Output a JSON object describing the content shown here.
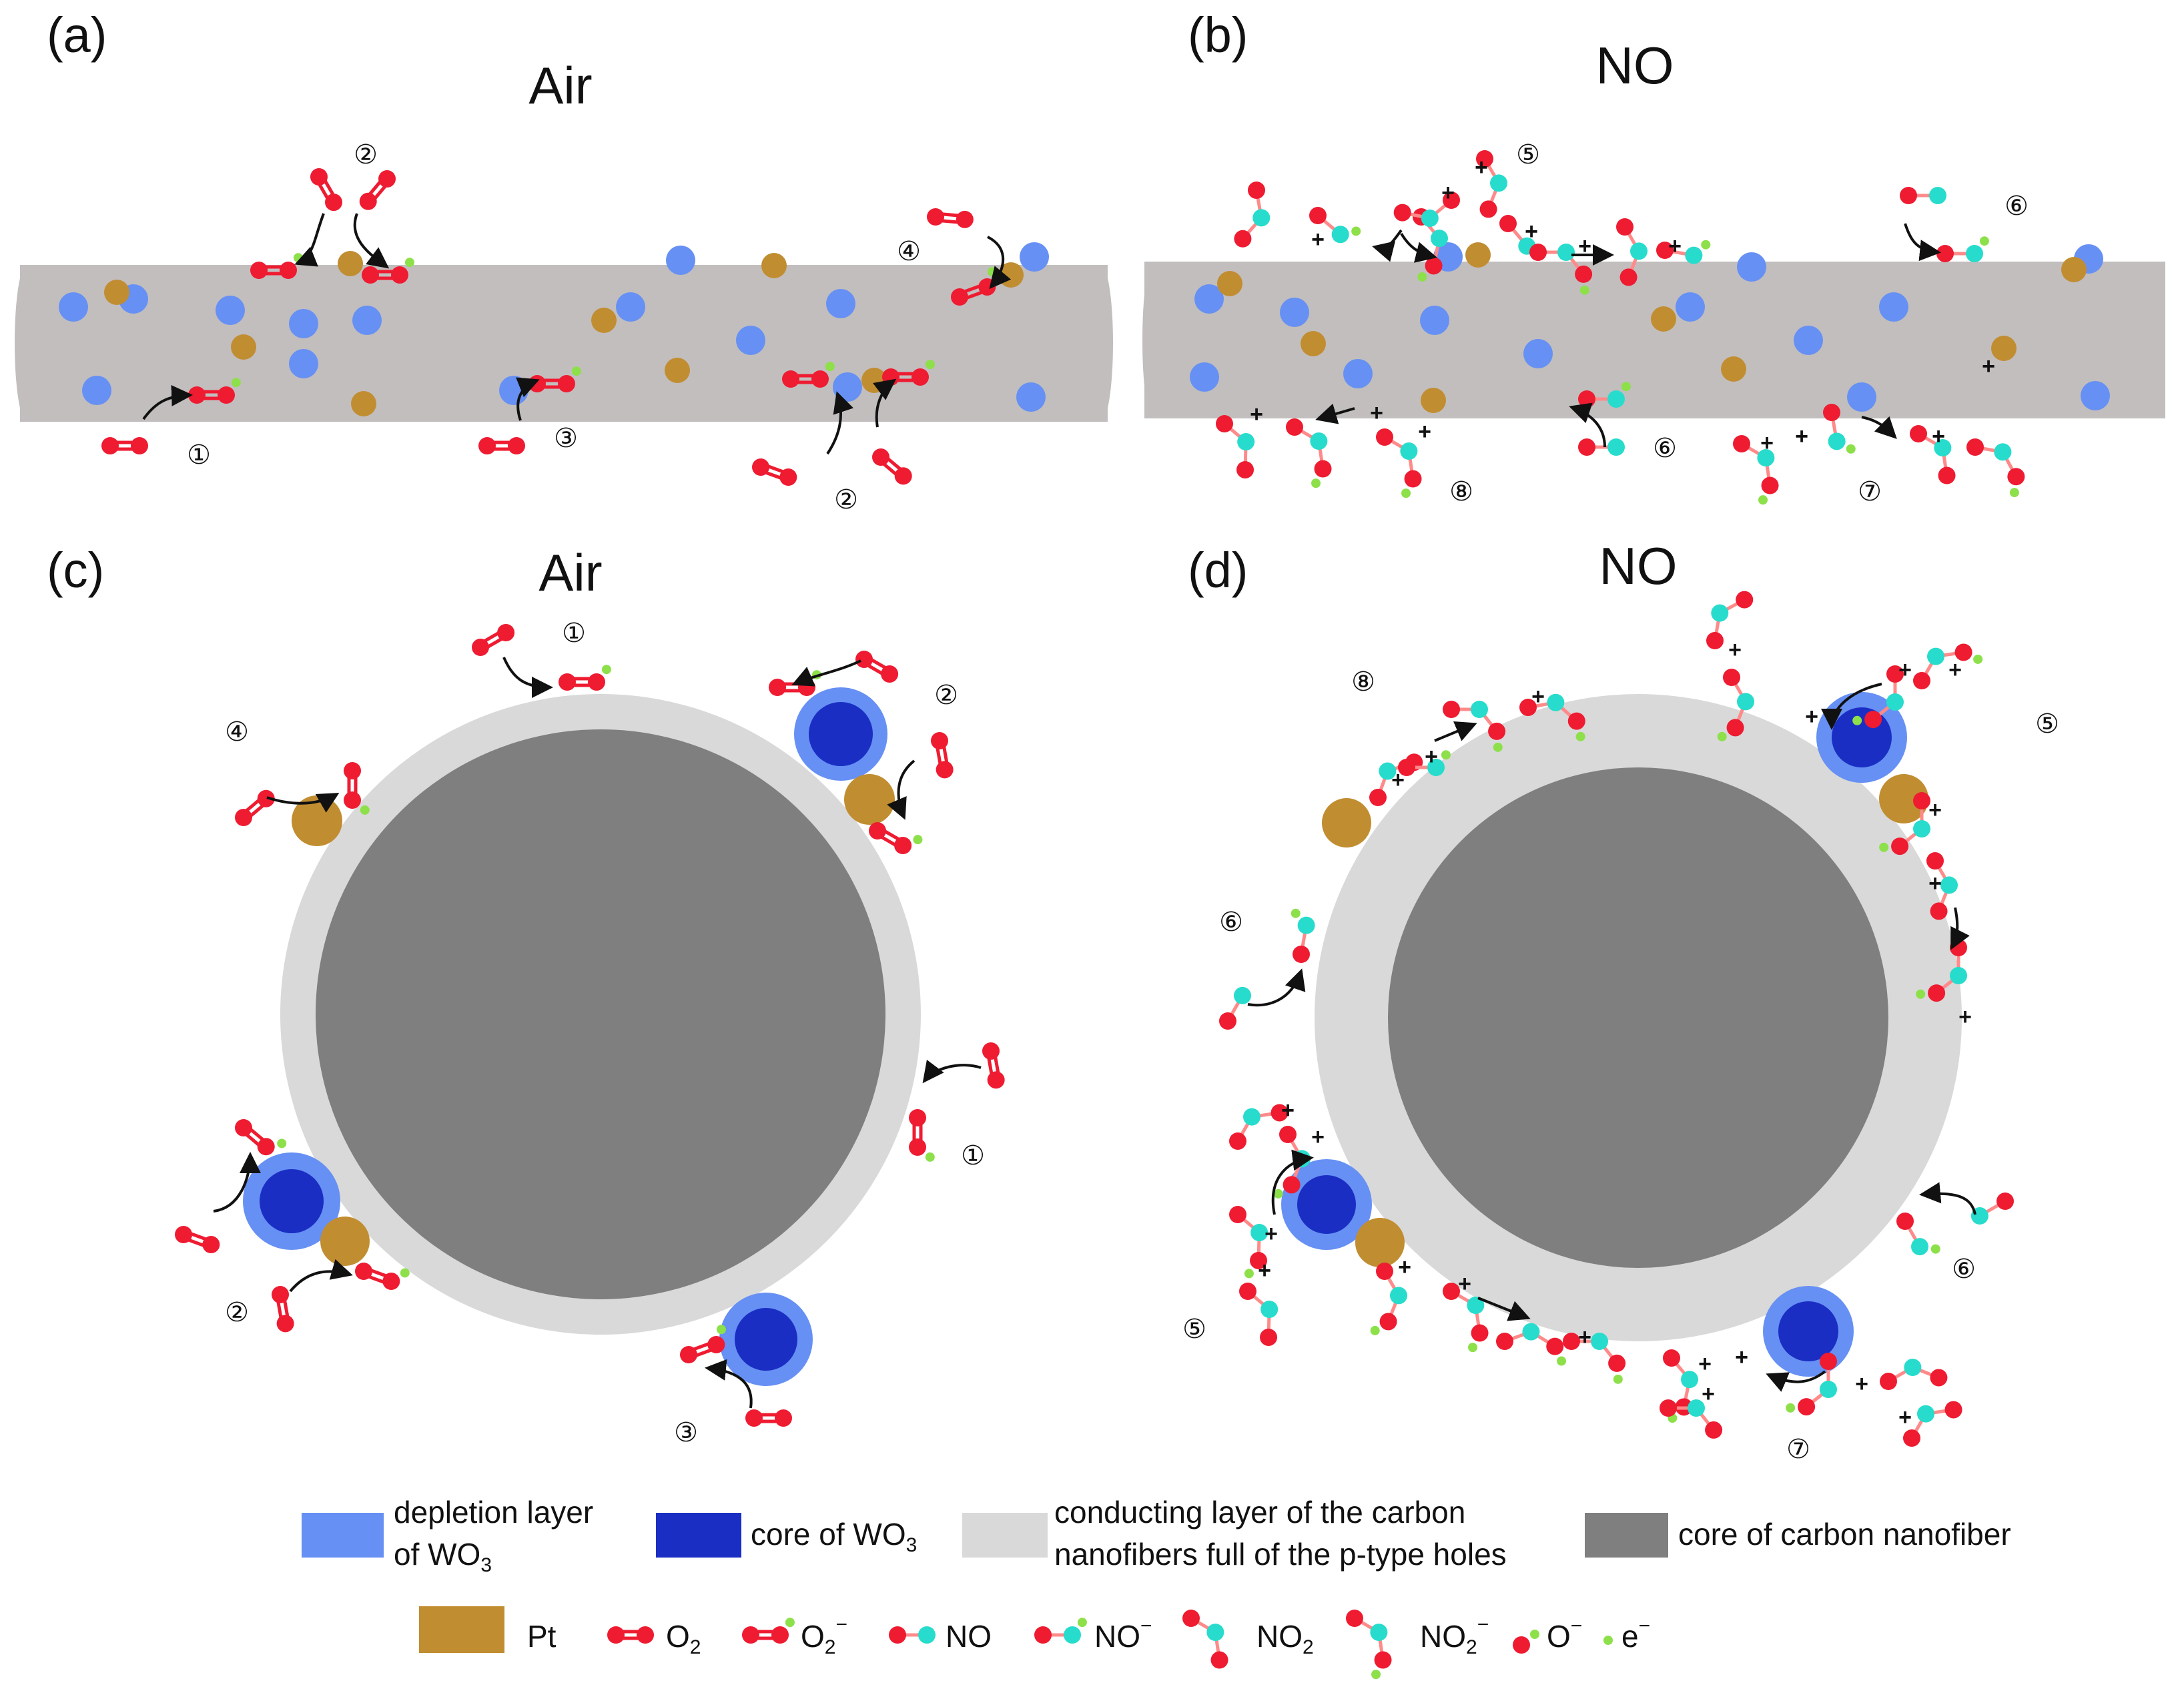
{
  "colors": {
    "o_atom": "#ee1b31",
    "n_atom": "#27dccc",
    "electron": "#8de04a",
    "wo3_depletion": "#6690f3",
    "wo3_core": "#1a2ec4",
    "pt": "#c18d31",
    "cnf_shell": "#d9d9d9",
    "cnf_core": "#7f7f7f",
    "fiber": "#c2bebe"
  },
  "panels": {
    "a": {
      "label": "(a)",
      "title": "Air"
    },
    "b": {
      "label": "(b)",
      "title": "NO"
    },
    "c": {
      "label": "(c)",
      "title": "Air"
    },
    "d": {
      "label": "(d)",
      "title": "NO"
    }
  },
  "step_markers": [
    "①",
    "②",
    "③",
    "④",
    "⑤",
    "⑥",
    "⑦",
    "⑧"
  ],
  "legend": {
    "depletion_line1": "depletion layer",
    "depletion_line2": "of WO",
    "depletion_sub": "3",
    "core_wo3": "core of WO",
    "core_wo3_sub": "3",
    "conducting_line1": "conducting layer of the carbon",
    "conducting_line2": "nanofibers full of the p-type holes",
    "core_cnf": "core of carbon nanofiber",
    "pt": "Pt",
    "o2": "O",
    "o2_sub": "2",
    "o2m": "O",
    "o2m_sub": "2",
    "o2m_sup": "−",
    "no": "NO",
    "nom": "NO",
    "nom_sup": "−",
    "no2": "NO",
    "no2_sub": "2",
    "no2m": "NO",
    "no2m_sub": "2",
    "no2m_sup": "−",
    "om": "O",
    "om_sup": "−",
    "em": "e",
    "em_sup": "−"
  },
  "plus_sign": "+"
}
